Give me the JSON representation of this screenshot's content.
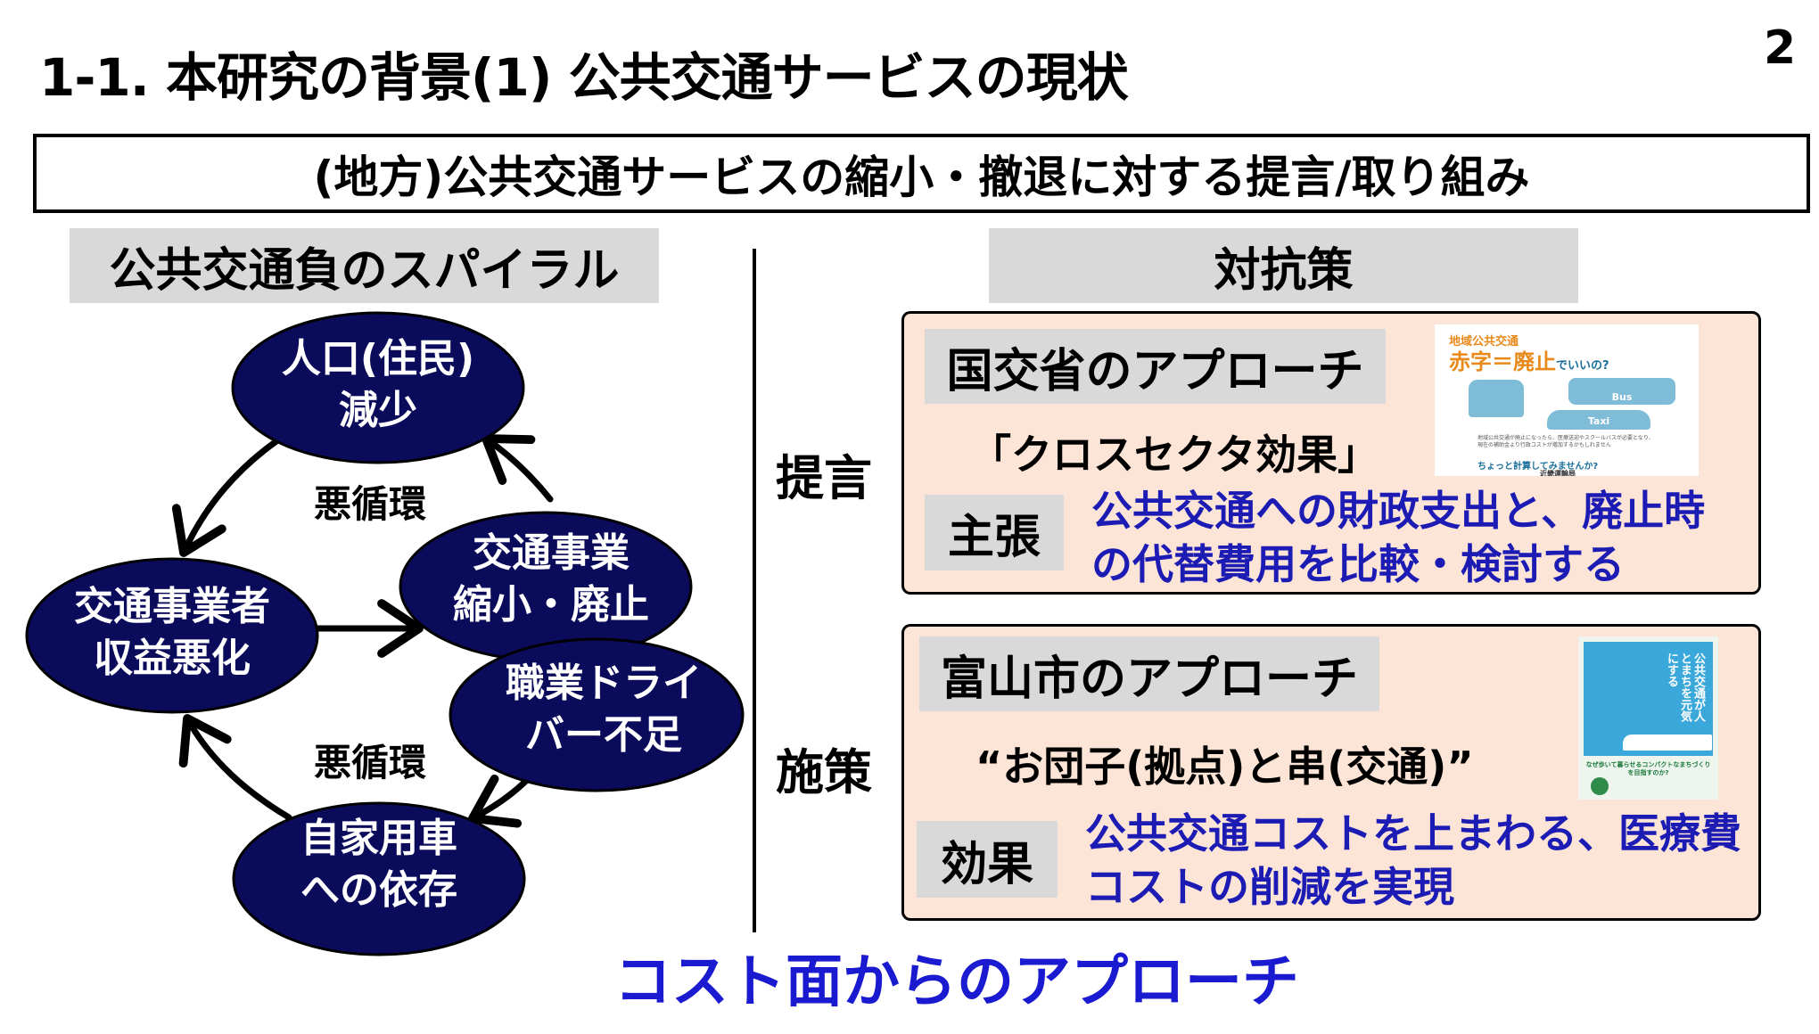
{
  "slide": {
    "title": "1-1. 本研究の背景(1) 公共交通サービスの現状",
    "page_number": "2",
    "banner": "(地方)公共交通サービスの縮小・撤退に対する提言/取り組み"
  },
  "left": {
    "header": "公共交通負のスパイラル",
    "nodes": [
      {
        "line1": "人口(住民)",
        "line2": "減少"
      },
      {
        "line1": "交通事業",
        "line2": "縮小・廃止"
      },
      {
        "line1": "交通事業者",
        "line2": "収益悪化"
      },
      {
        "line1": "職業ドライ",
        "line2": "バー不足"
      },
      {
        "line1": "自家用車",
        "line2": "への依存"
      }
    ],
    "cycle_labels": [
      "悪循環",
      "悪循環"
    ]
  },
  "right": {
    "header": "対抗策",
    "proposal": {
      "side_label": "提言",
      "approach": "国交省のアプローチ",
      "quote": "「クロスセクタ効果」",
      "claim_label": "主張",
      "claim_lines": [
        "公共交通への財政支出と、廃止時",
        "の代替費用を比較・検討する"
      ],
      "poster": {
        "line1": "地域公共交通",
        "line2a": "赤字＝廃止",
        "line2b": "でいいの?",
        "bus": "Bus",
        "taxi": "Taxi",
        "body": "地域公共交通が廃止になったら、医療送迎やスクールバスが必要となり、現在の補助金より行政コストが増加するかもしれません",
        "cta": "ちょっと計算してみませんか?",
        "publisher": "近畿運輸局"
      }
    },
    "measure": {
      "side_label": "施策",
      "approach": "富山市のアプローチ",
      "quote": "“お団子(拠点)と串(交通)”",
      "effect_label": "効果",
      "effect_lines": [
        "公共交通コストを上まわる、医療費",
        "コストの削減を実現"
      ],
      "book": {
        "title": "公共交通が人とまちを元気にする",
        "subtitle": "なぜ歩いて暮らせるコンパクトなまちづくりを目指すのか?"
      }
    }
  },
  "footer": "コスト面からのアプローチ",
  "colors": {
    "node_fill": "#0b0b5c",
    "box_fill": "#fce4d6",
    "blue_text": "#1c1cb4",
    "gray": "#d9d9d9"
  }
}
